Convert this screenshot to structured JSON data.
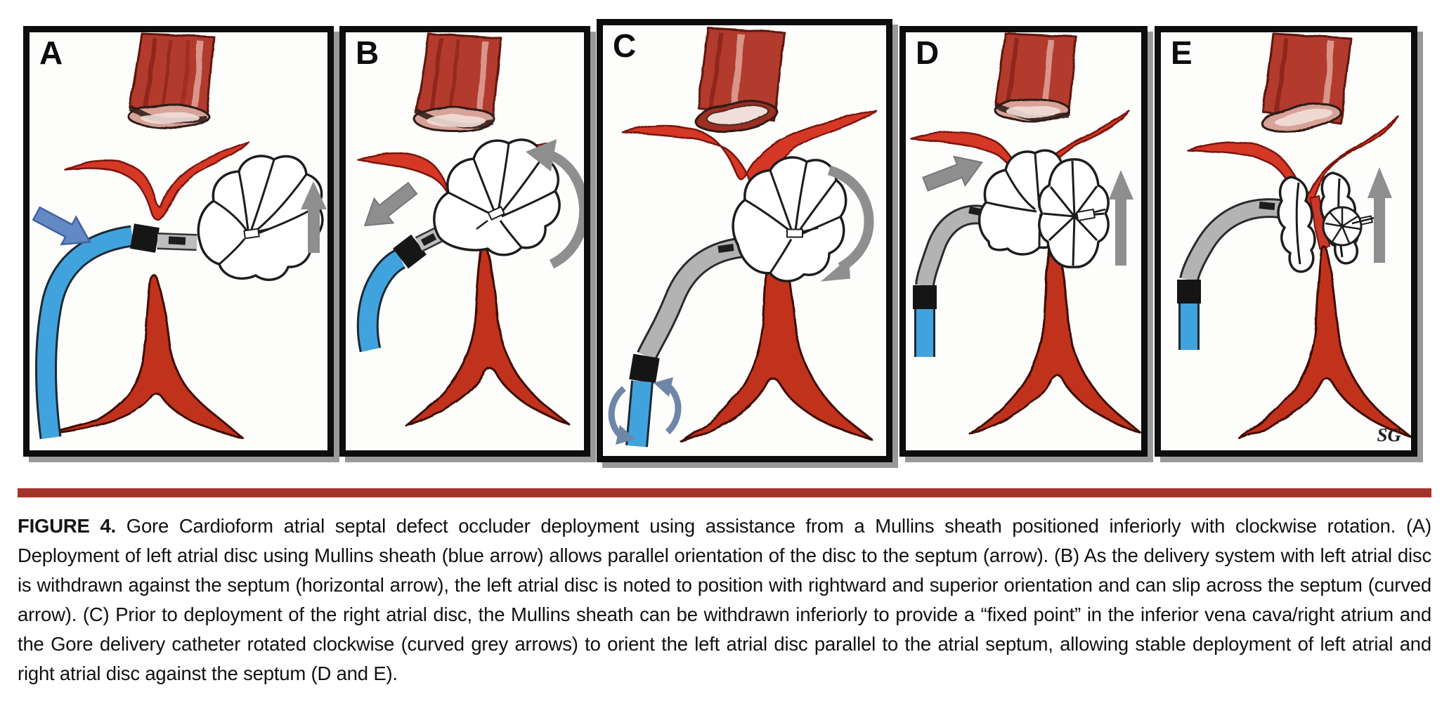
{
  "figure": {
    "panels": [
      {
        "label": "A"
      },
      {
        "label": "B"
      },
      {
        "label": "C"
      },
      {
        "label": "D"
      },
      {
        "label": "E"
      }
    ],
    "signature": "SG",
    "caption": {
      "label": "FIGURE 4.",
      "text": "Gore Cardioform atrial septal defect occluder deployment using assistance from a Mullins sheath positioned inferiorly with clockwise rotation. (A) Deployment of left atrial disc using Mullins sheath (blue arrow) allows parallel orientation of the disc to the septum (arrow). (B) As the delivery system with left atrial disc is withdrawn against the septum (horizontal arrow), the left atrial disc is noted to position with rightward and superior orientation and can slip across the septum (curved arrow). (C) Prior to deployment of the right atrial disc, the Mullins sheath can be withdrawn inferiorly to provide a “fixed point” in the inferior vena cava/right atrium and the Gore delivery catheter rotated clockwise (curved grey arrows) to orient the left atrial disc parallel to the atrial septum, allowing stable deployment of left atrial and right atrial disc against the septum (D and E)."
    },
    "colors": {
      "divider_red": "#a5322a",
      "anatomy_red": "#d63728",
      "vessel_red": "#b23a2e",
      "sheath_blue": "#41a3dd",
      "catheter_grey": "#b3b3b3",
      "arrow_grey": "#8e8e8e",
      "arrow_blue": "#6289c4",
      "panel_border": "#0d0d0d"
    }
  }
}
